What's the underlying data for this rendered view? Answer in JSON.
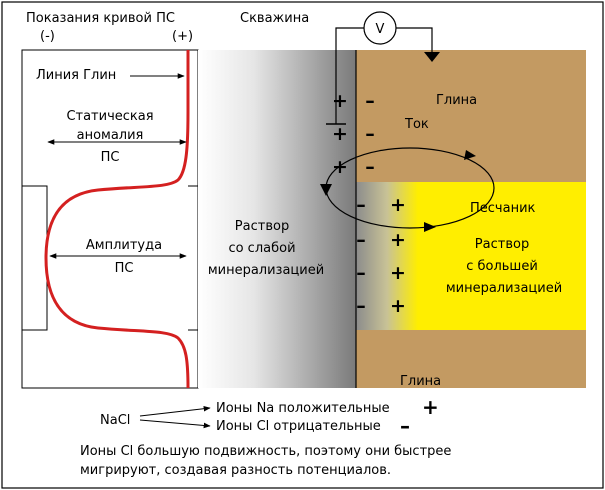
{
  "title": "Показания кривой ПС",
  "sp_minus": "(-)",
  "sp_plus": "(+)",
  "well_label": "Скважина",
  "voltmeter_label": "V",
  "shale_line_label": "Линия Глин",
  "static_anomaly_line1": "Статическая",
  "static_anomaly_line2": "аномалия",
  "static_anomaly_line3": "ПС",
  "amplitude_line1": "Амплитуда",
  "amplitude_line2": "ПС",
  "borehole_fluid_line1": "Раствор",
  "borehole_fluid_line2": "со слабой",
  "borehole_fluid_line3": "минерализацией",
  "clay_top_label": "Глина",
  "clay_bottom_label": "Глина",
  "current_label": "Ток",
  "sandstone_label": "Песчаник",
  "formation_fluid_line1": "Раствор",
  "formation_fluid_line2": "с большей",
  "formation_fluid_line3": "минерализацией",
  "plus_sign": "+",
  "minus_sign": "–",
  "nacl_label": "NaCl",
  "na_ions_label": "Ионы Na положительные",
  "cl_ions_label": "Ионы Cl отрицательные",
  "note_line1": "Ионы Cl большую подвижность, поэтому они быстрее",
  "note_line2": "мигрируют, создавая разность потенциалов.",
  "colors": {
    "sp_curve": "#d42020",
    "clay": "#c39a62",
    "sandstone": "#ffee00",
    "borehole_light": "#ffffff",
    "borehole_dark": "#7a7a7a"
  }
}
